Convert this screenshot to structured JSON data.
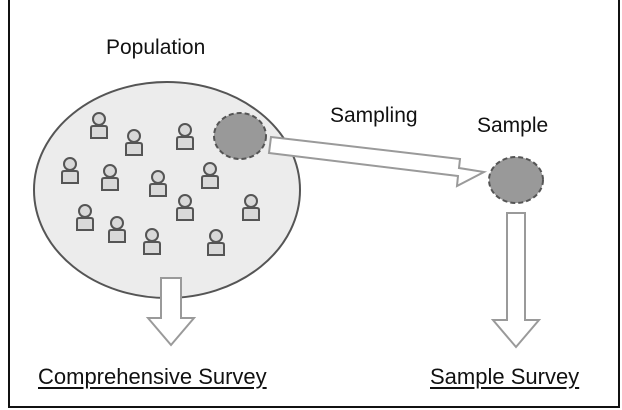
{
  "labels": {
    "population": "Population",
    "sampling": "Sampling",
    "sample": "Sample",
    "comprehensive_survey": "Comprehensive Survey",
    "sample_survey": "Sample Survey"
  },
  "colors": {
    "population_fill": "#ececec",
    "sample_fill": "#999999",
    "person_fill": "#d9d9d9",
    "stroke": "#555555",
    "arrow_stroke": "#9a9a9a"
  },
  "icons": {
    "person": "person-icon",
    "arrow": "hollow-arrow-icon"
  }
}
